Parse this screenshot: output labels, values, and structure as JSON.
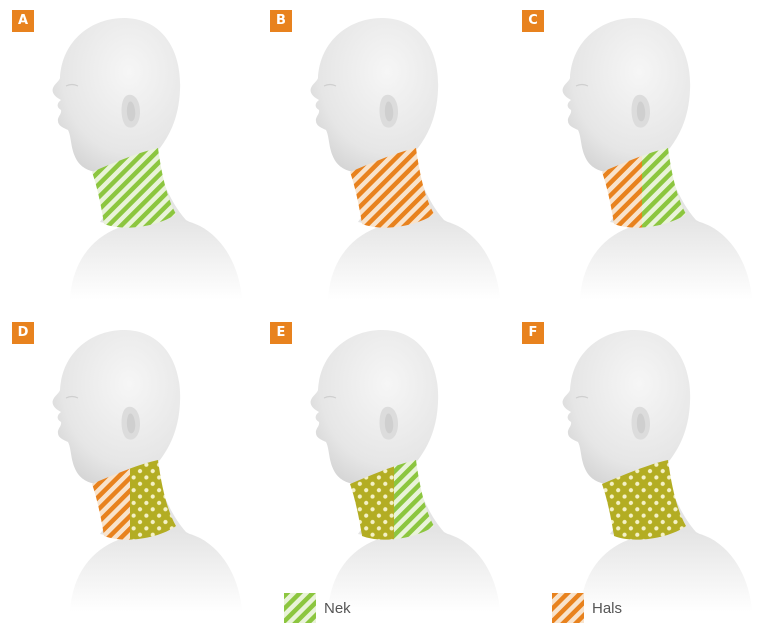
{
  "panels": [
    {
      "label": "A",
      "zone": "nek"
    },
    {
      "label": "B",
      "zone": "hals"
    },
    {
      "label": "C",
      "zone": "hals-nek"
    },
    {
      "label": "D",
      "zone": "hals-nek-dots"
    },
    {
      "label": "E",
      "zone": "dots-nek"
    },
    {
      "label": "F",
      "zone": "dots"
    }
  ],
  "legend": {
    "nek_label": "Nek",
    "hals_label": "Hals"
  },
  "colors": {
    "badge": "#e8821e",
    "nek_green": "#8cc63f",
    "hals_orange": "#e8821e",
    "dots_olive": "#b5b52a",
    "skin": "#e9e9e9"
  }
}
